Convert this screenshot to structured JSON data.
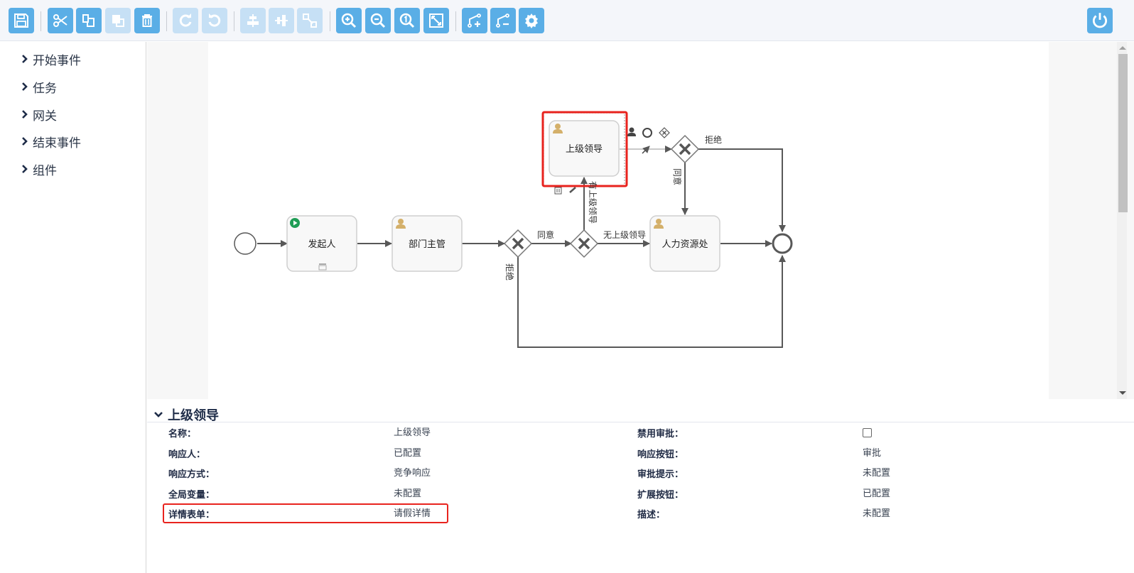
{
  "toolbar": {
    "buttons": [
      {
        "id": "save",
        "icon": "save-icon",
        "enabled": true
      },
      {
        "id": "cut",
        "icon": "scissors-icon",
        "enabled": true
      },
      {
        "id": "copy",
        "icon": "copy-icon",
        "enabled": true
      },
      {
        "id": "paste",
        "icon": "paste-icon",
        "enabled": false
      },
      {
        "id": "delete",
        "icon": "trash-icon",
        "enabled": true
      },
      {
        "id": "redo",
        "icon": "redo-icon",
        "enabled": false
      },
      {
        "id": "undo",
        "icon": "undo-icon",
        "enabled": false
      },
      {
        "id": "align-horizontal",
        "icon": "align-horizontal-icon",
        "enabled": false
      },
      {
        "id": "align-vertical",
        "icon": "align-vertical-icon",
        "enabled": false
      },
      {
        "id": "same-size",
        "icon": "same-size-icon",
        "enabled": false
      },
      {
        "id": "zoom-in",
        "icon": "zoom-in-icon",
        "enabled": true
      },
      {
        "id": "zoom-out",
        "icon": "zoom-out-icon",
        "enabled": true
      },
      {
        "id": "zoom-actual",
        "icon": "zoom-actual-icon",
        "enabled": true
      },
      {
        "id": "zoom-fit",
        "icon": "zoom-fit-icon",
        "enabled": true
      },
      {
        "id": "add-bendpoint",
        "icon": "add-bendpoint-icon",
        "enabled": true
      },
      {
        "id": "remove-bendpoint",
        "icon": "remove-bendpoint-icon",
        "enabled": true
      },
      {
        "id": "settings",
        "icon": "gear-icon",
        "enabled": true
      }
    ],
    "power_icon": "power-icon"
  },
  "colors": {
    "accent": "#5aaee6",
    "accent_disabled": "#c6e0f5",
    "highlight": "#e8231e",
    "user_icon": "#d4b06a",
    "start_icon": "#1f9d55"
  },
  "sidebar": {
    "items": [
      {
        "label": "开始事件"
      },
      {
        "label": "任务"
      },
      {
        "label": "网关"
      },
      {
        "label": "结束事件"
      },
      {
        "label": "组件"
      }
    ]
  },
  "diagram": {
    "tasks": {
      "initiator": "发起人",
      "dept_manager": "部门主管",
      "superior": "上级领导",
      "hr": "人力资源处"
    },
    "flows": {
      "agree": "同意",
      "reject_bottom": "拒绝",
      "has_superior": "有上级领导",
      "no_superior": "无上级领导",
      "reject_top": "拒绝",
      "agree_down": "同意"
    }
  },
  "properties": {
    "title": "上级领导",
    "left": [
      {
        "label": "名称：",
        "value": "上级领导"
      },
      {
        "label": "响应人：",
        "value": "已配置"
      },
      {
        "label": "响应方式：",
        "value": "竞争响应"
      },
      {
        "label": "全局变量：",
        "value": "未配置"
      },
      {
        "label": "详情表单：",
        "value": "请假详情"
      }
    ],
    "right": [
      {
        "label": "禁用审批：",
        "checked": false
      },
      {
        "label": "响应按钮：",
        "value": "审批"
      },
      {
        "label": "审批提示：",
        "value": "未配置"
      },
      {
        "label": "扩展按钮：",
        "value": "已配置"
      },
      {
        "label": "描述：",
        "value": "未配置"
      }
    ]
  }
}
